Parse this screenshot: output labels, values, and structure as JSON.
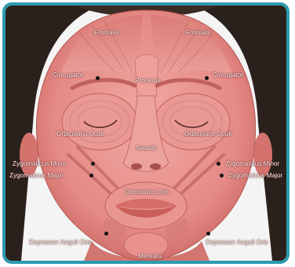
{
  "diagram": {
    "labels": {
      "frontalis_left": "Frontalis",
      "frontalis_right": "Frontalis",
      "corrugator_left": "Corrugator",
      "corrugator_right": "Corrugator",
      "procerus": "Procerus",
      "orbicularis_oculi_left": "Orbicularis Oculi",
      "orbicularis_oculi_right": "Orbicularis Oculi",
      "nasalis": "Nasalis",
      "zygomaticus_minor_left": "Zygomaticus Minor",
      "zygomaticus_minor_right": "Zygomaticus Minor",
      "zygomaticus_major_left": "Zygomaticus Major",
      "zygomaticus_major_right": "Zygomaticus Major",
      "orbicularis_oris": "Orbicularis Oris",
      "depressor_left": "Depressor Anguli Oris",
      "depressor_right": "Depressor Anguli Oris",
      "mentalis": "Mentalis"
    },
    "colors": {
      "frame": "#2d9bb0",
      "muscle": "#e58a86",
      "muscle_dark": "#c96560",
      "hair": "#2b211c",
      "marker": "#111111"
    }
  }
}
